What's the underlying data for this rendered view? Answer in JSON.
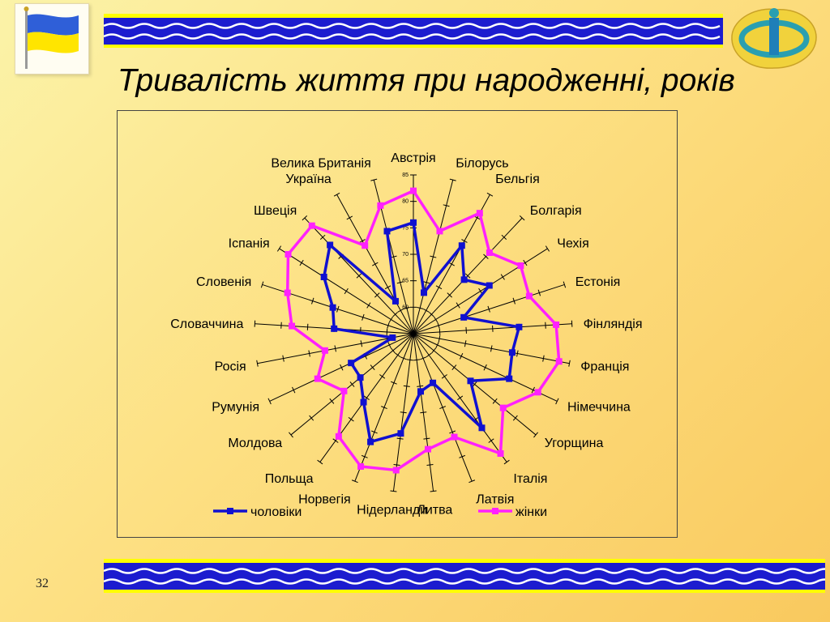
{
  "slide": {
    "title": "Тривалість життя при народженні, років",
    "page_number": "32"
  },
  "colors": {
    "men": "#1010d0",
    "women": "#ff20ff",
    "band_yellow": "#ffff00",
    "band_blue": "#1c1ccf"
  },
  "icons": {
    "flag": "ukraine-flag-icon",
    "logo": "ukrstat-logo-icon"
  },
  "chart_data": {
    "type": "radar",
    "title": "",
    "categories": [
      "Австрія",
      "Білорусь",
      "Бельгія",
      "Болгарія",
      "Чехія",
      "Естонія",
      "Фінляндія",
      "Франція",
      "Німеччина",
      "Угорщина",
      "Італія",
      "Латвія",
      "Литва",
      "Нідерланди",
      "Норвегія",
      "Польща",
      "Молдова",
      "Румунія",
      "Росія",
      "Словаччина",
      "Словенія",
      "Іспанія",
      "Швеція",
      "Україна",
      "Велика Британія"
    ],
    "radial_ticks": [
      60,
      65,
      70,
      75,
      80,
      85
    ],
    "rlim": [
      55,
      85
    ],
    "legend_position": "bottom",
    "series": [
      {
        "name": "чоловіки",
        "values": [
          76,
          63,
          74,
          69,
          72,
          65,
          75,
          74,
          75,
          69,
          77,
          65,
          66,
          74,
          77,
          71,
          68,
          68,
          59,
          70,
          71,
          75,
          78,
          62,
          75
        ]
      },
      {
        "name": "жінки",
        "values": [
          82,
          75,
          81,
          76,
          79,
          78,
          82,
          83,
          81,
          77,
          83,
          76,
          77,
          81,
          82,
          79,
          72,
          75,
          72,
          78,
          80,
          83,
          83,
          74,
          80
        ]
      }
    ]
  }
}
